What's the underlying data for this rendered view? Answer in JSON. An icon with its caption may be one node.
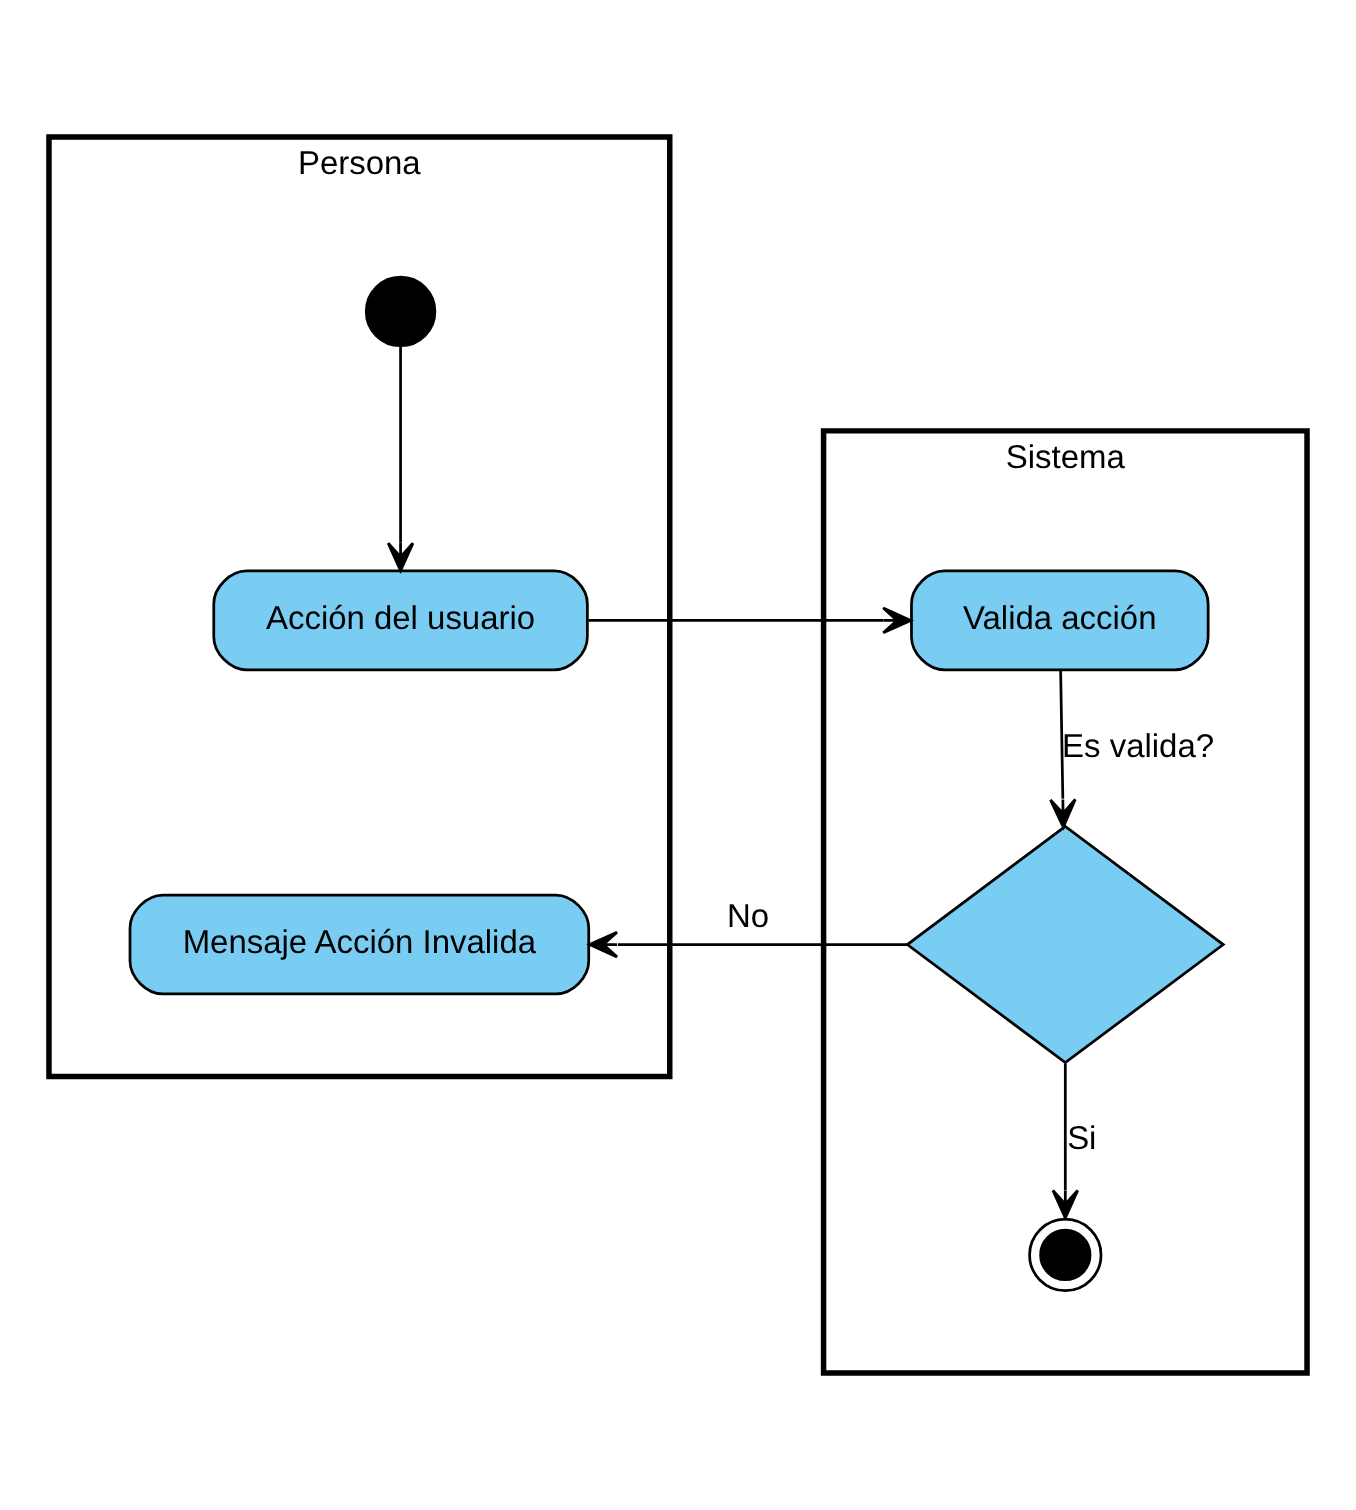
{
  "diagram": {
    "nodes": [
      {
        "text": [
          "Persona"
        ]
      },
      {
        "text": [
          "Sistema"
        ]
      },
      {
        "text": [],
        "shape": "circle",
        "in": 0
      },
      {
        "text": [
          "Acción del usuario"
        ],
        "in": 0
      },
      {
        "text": [
          "Valida acción"
        ],
        "in": 1
      },
      {
        "text": [],
        "shape": "diamond",
        "in": 1
      },
      {
        "text": [
          "Mensaje Acción Invalida"
        ],
        "in": 0
      },
      {
        "text": [],
        "shape": "bullseye",
        "in": 1
      }
    ],
    "edges": [
      {
        "from": 2,
        "to": 3,
        "arrow": "to"
      },
      {
        "from": 3,
        "to": 4,
        "arrow": "to"
      },
      {
        "from": 4,
        "to": 5,
        "arrow": "to",
        "label": "Es valida?"
      },
      {
        "from": 5,
        "to": 6,
        "arrow": "to",
        "label": "No"
      },
      {
        "from": 5,
        "to": 7,
        "arrow": "to",
        "label": "Si"
      }
    ]
  }
}
